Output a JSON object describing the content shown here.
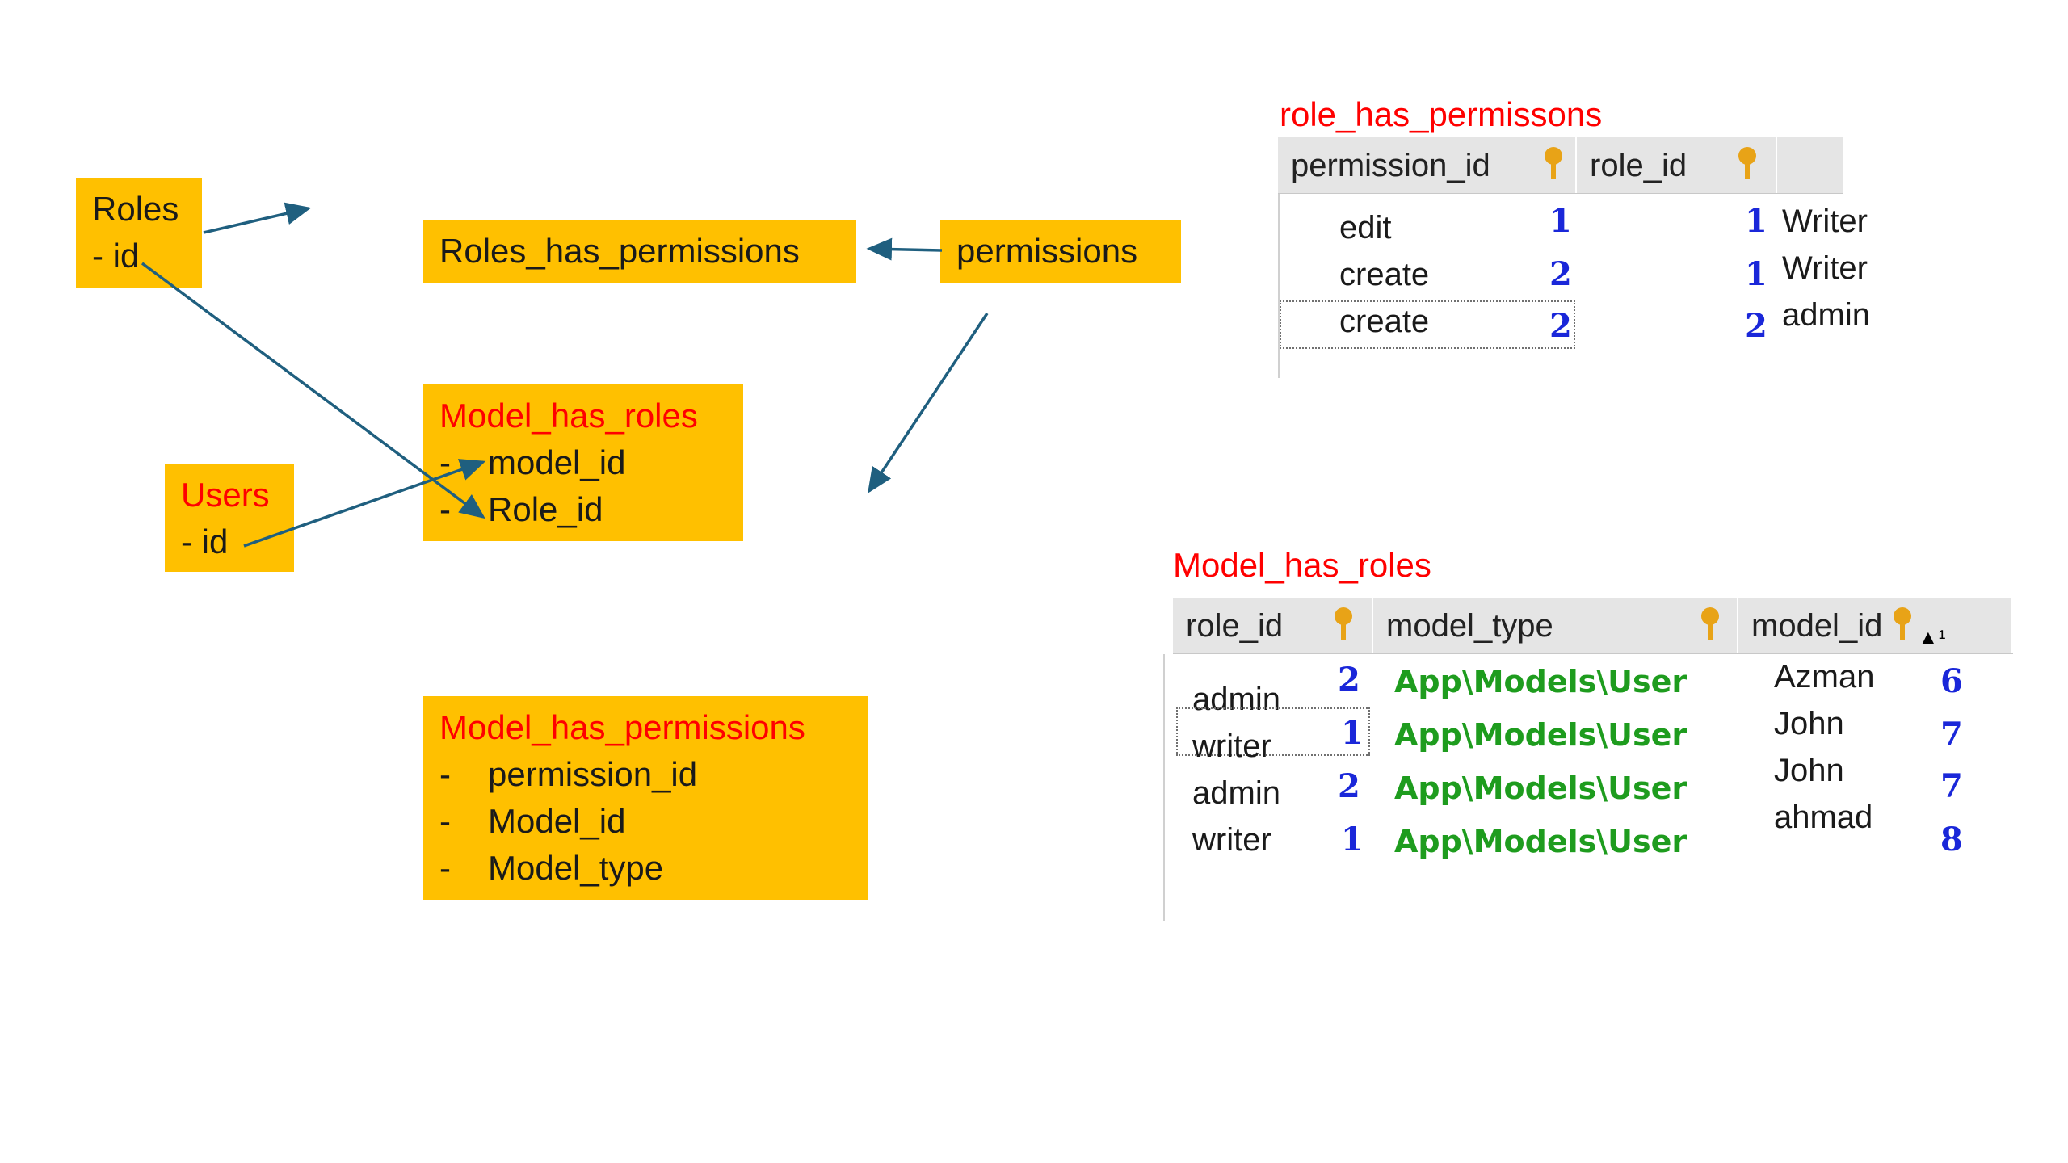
{
  "diagram": {
    "roles": {
      "title": "Roles",
      "fields": [
        "- id"
      ]
    },
    "roles_has_permissions": {
      "title": "Roles_has_permissions"
    },
    "permissions": {
      "title": "permissions"
    },
    "model_has_roles": {
      "title": "Model_has_roles",
      "fields": [
        "model_id",
        "Role_id"
      ]
    },
    "users": {
      "title": "Users",
      "fields": [
        "- id"
      ]
    },
    "model_has_permissions": {
      "title": "Model_has_permissions",
      "fields": [
        "permission_id",
        "Model_id",
        "Model_type"
      ]
    },
    "dash": "-",
    "colors": {
      "box": "#ffc000",
      "arrow": "#1f5f7f",
      "title_red": "#ff0000"
    }
  },
  "table_role_has_permissions": {
    "caption": "role_has_permissons",
    "columns": [
      "permission_id",
      "role_id"
    ],
    "rows": [
      {
        "permission_label": "edit",
        "permission_id": "1",
        "role_id": "1",
        "role_label": "Writer"
      },
      {
        "permission_label": "create",
        "permission_id": "2",
        "role_id": "1",
        "role_label": "Writer"
      },
      {
        "permission_label": "create",
        "permission_id": "2",
        "role_id": "2",
        "role_label": "admin"
      }
    ]
  },
  "table_model_has_roles": {
    "caption": "Model_has_roles",
    "columns": [
      "role_id",
      "model_type",
      "model_id"
    ],
    "sort_indicator": "▲¹",
    "rows": [
      {
        "role_label": "admin",
        "role_id": "2",
        "model_type": "App\\Models\\User",
        "model_label": "Azman",
        "model_id": "6"
      },
      {
        "role_label": "writer",
        "role_id": "1",
        "model_type": "App\\Models\\User",
        "model_label": "John",
        "model_id": "7"
      },
      {
        "role_label": "admin",
        "role_id": "2",
        "model_type": "App\\Models\\User",
        "model_label": "John",
        "model_id": "7"
      },
      {
        "role_label": "writer",
        "role_id": "1",
        "model_type": "App\\Models\\User",
        "model_label": "ahmad",
        "model_id": "8"
      }
    ]
  }
}
